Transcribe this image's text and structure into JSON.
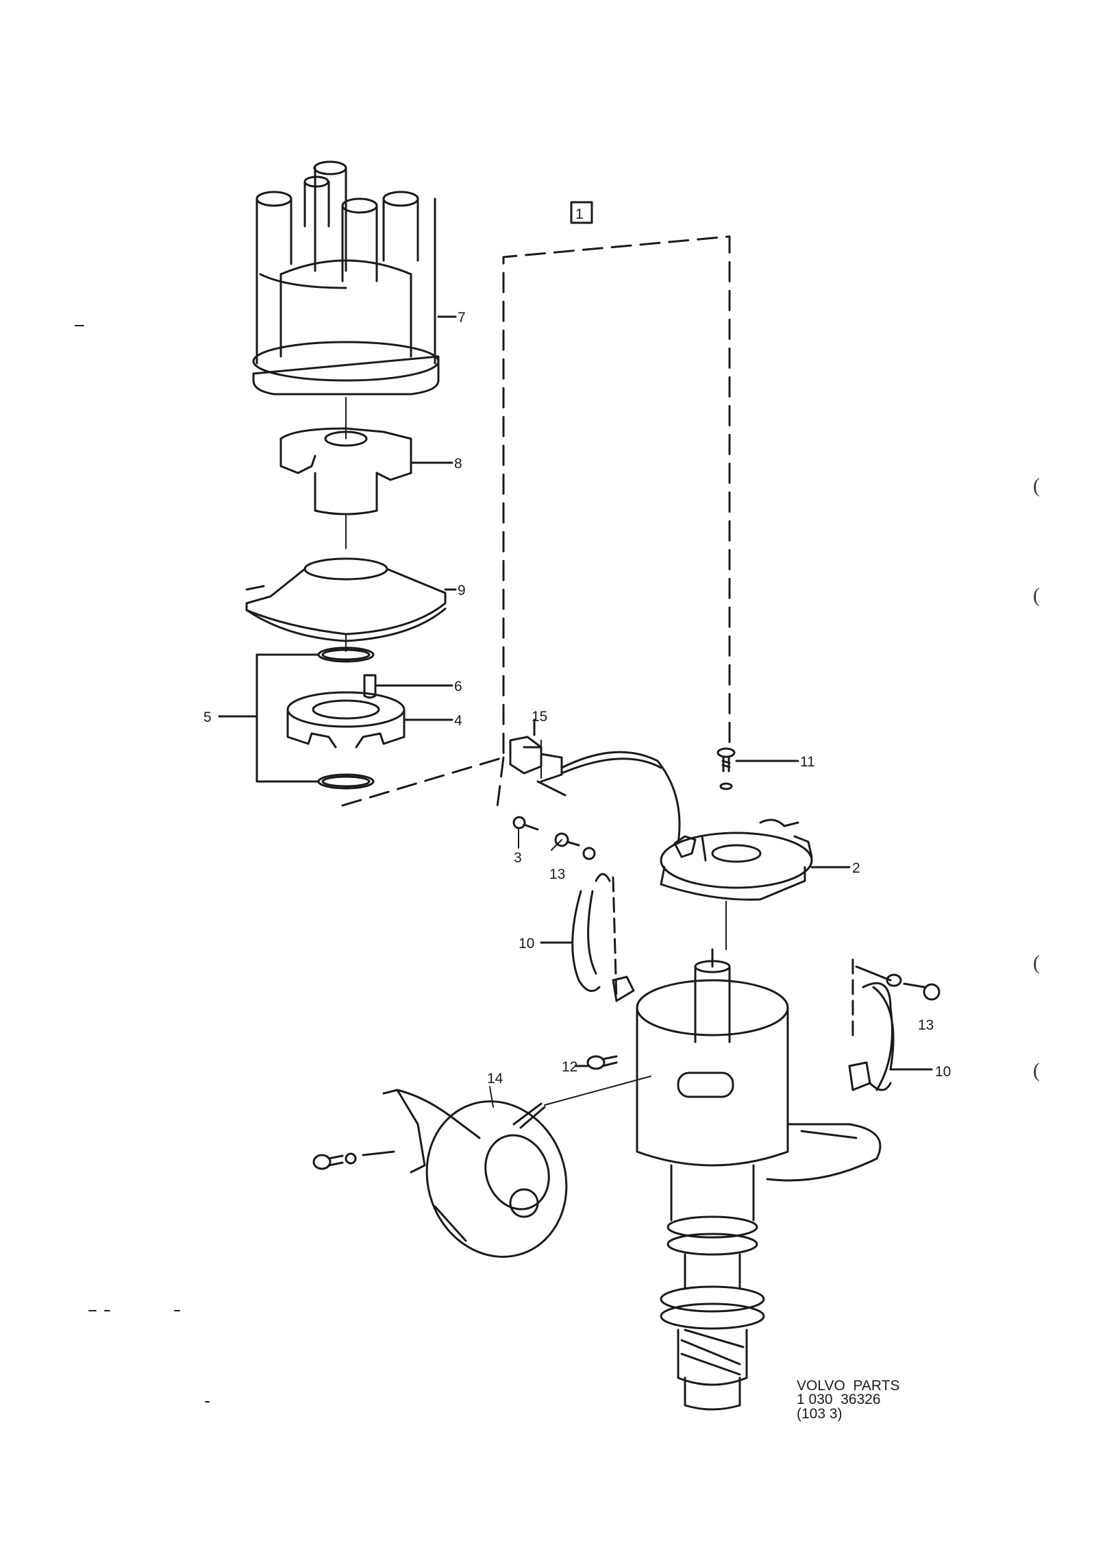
{
  "diagram": {
    "group_label": "1",
    "callouts": {
      "c2": "2",
      "c3": "3",
      "c4": "4",
      "c5": "5",
      "c6": "6",
      "c7": "7",
      "c8": "8",
      "c9": "9",
      "c10a": "10",
      "c10b": "10",
      "c11": "11",
      "c12": "12",
      "c13a": "13",
      "c13b": "13",
      "c14": "14",
      "c15": "15"
    }
  },
  "caption": {
    "line1": "VOLVO  PARTS",
    "line2": "1 030  36326",
    "line3": "(103 3)"
  },
  "margin_marks": [
    "(",
    "(",
    "(",
    "("
  ]
}
